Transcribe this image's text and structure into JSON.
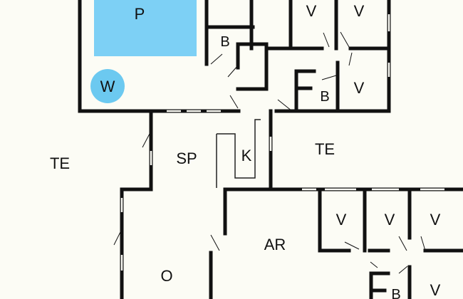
{
  "rooms": {
    "pool": "P",
    "whirlpool": "W",
    "terrace_left": "TE",
    "living": "SP",
    "kitchen": "K",
    "terrace_right": "TE",
    "activity_room": "AR",
    "o_room": "O",
    "bath_top": "B",
    "bath_mid": "B",
    "bath_bottom": "B",
    "bedroom_1": "V",
    "bedroom_2": "V",
    "bedroom_3": "V",
    "bedroom_4": "V",
    "bedroom_5": "V",
    "bedroom_6": "V",
    "bedroom_7": "V"
  },
  "colors": {
    "wall": "#111111",
    "floor": "#fcfcf5",
    "pool": "#7dd0f5",
    "whirlpool": "#6cc9f0",
    "window": "#dddddd"
  }
}
